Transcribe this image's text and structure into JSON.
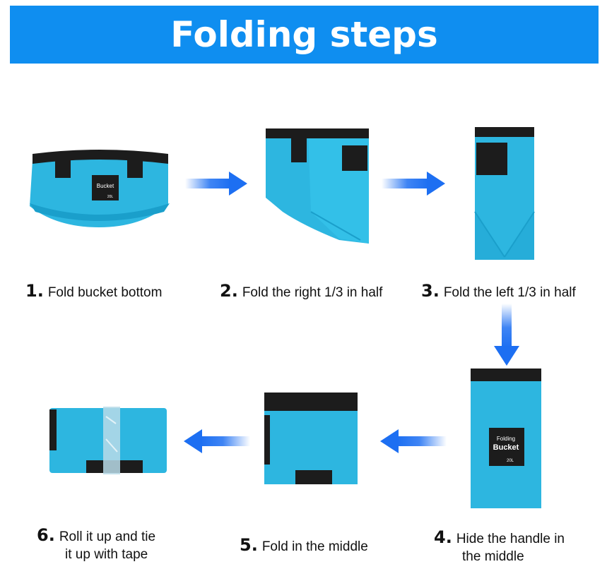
{
  "header": {
    "title": "Folding steps"
  },
  "colors": {
    "banner": "#0f8ef0",
    "bucket": "#2db6e0",
    "bucket_dark": "#1a9fcb",
    "band": "#1c1c1c",
    "arrow": "#1d6ff2"
  },
  "label": {
    "line1": "Folding",
    "line2": "Bucket",
    "capacity": "20L"
  },
  "steps": [
    {
      "num": "1.",
      "text": "Fold bucket bottom"
    },
    {
      "num": "2.",
      "text": "Fold the right 1/3 in half"
    },
    {
      "num": "3.",
      "text": "Fold the left 1/3 in half"
    },
    {
      "num": "4.",
      "text": "Hide the handle in",
      "text2": "the middle"
    },
    {
      "num": "5.",
      "text": "Fold in the middle"
    },
    {
      "num": "6.",
      "text": "Roll it up and tie",
      "text2": "it up with tape"
    }
  ]
}
